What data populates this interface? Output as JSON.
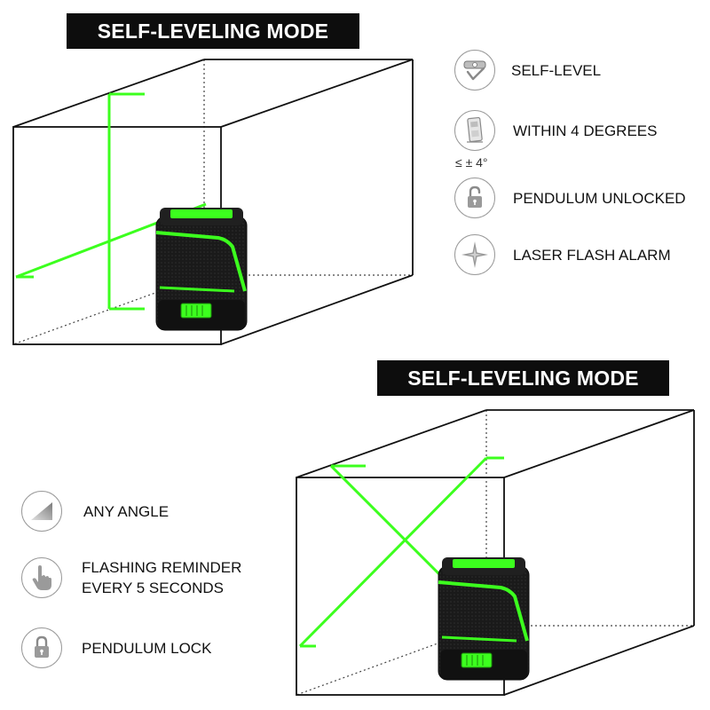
{
  "top_section": {
    "title": "SELF-LEVELING MODE",
    "features": [
      {
        "icon": "self-level-icon",
        "label": "SELF-LEVEL"
      },
      {
        "icon": "tilt-device-icon",
        "label": "WITHIN 4 DEGREES",
        "note": "≤ ± 4°"
      },
      {
        "icon": "unlocked-padlock-icon",
        "label": "PENDULUM UNLOCKED"
      },
      {
        "icon": "flash-star-icon",
        "label": "LASER FLASH ALARM"
      }
    ]
  },
  "bottom_section": {
    "title": "SELF-LEVELING MODE",
    "features": [
      {
        "icon": "angle-triangle-icon",
        "label": "ANY ANGLE"
      },
      {
        "icon": "pointing-hand-icon",
        "label_line1": "FLASHING REMINDER",
        "label_line2": "EVERY 5 SECONDS"
      },
      {
        "icon": "locked-padlock-icon",
        "label": "PENDULUM LOCK"
      }
    ]
  },
  "colors": {
    "laser": "#3cff1e",
    "device_body": "#151515",
    "device_accent": "#3cff1e",
    "banner": "#0d0d0d"
  }
}
